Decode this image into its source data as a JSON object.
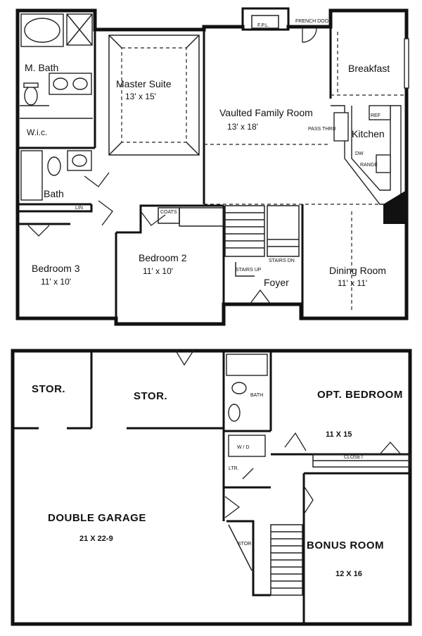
{
  "upper_floor": {
    "rooms": [
      {
        "id": "master-bath",
        "name": "M. Bath",
        "dim": ""
      },
      {
        "id": "wic",
        "name": "W.i.c.",
        "dim": ""
      },
      {
        "id": "master-suite",
        "name": "Master Suite",
        "dim": "13' x 15'"
      },
      {
        "id": "bath",
        "name": "Bath",
        "dim": ""
      },
      {
        "id": "family-room",
        "name": "Vaulted Family Room",
        "dim": "13' x 18'"
      },
      {
        "id": "breakfast",
        "name": "Breakfast",
        "dim": ""
      },
      {
        "id": "kitchen",
        "name": "Kitchen",
        "dim": ""
      },
      {
        "id": "bedroom-3",
        "name": "Bedroom 3",
        "dim": "11' x 10'"
      },
      {
        "id": "bedroom-2",
        "name": "Bedroom 2",
        "dim": "11' x 10'"
      },
      {
        "id": "foyer",
        "name": "Foyer",
        "dim": ""
      },
      {
        "id": "dining-room",
        "name": "Dining Room",
        "dim": "11' x 11'"
      }
    ],
    "small_labels": {
      "fpl": "F.P.L.",
      "french_door": "FRENCH DOOR",
      "pass_thru": "PASS THRU",
      "ref": "REF",
      "dw": "DW",
      "range": "RANGE",
      "coats": "COATS",
      "lin": "LIN",
      "stairs_up": "STAIRS UP",
      "stairs_dn": "STAIRS DN"
    }
  },
  "lower_floor": {
    "rooms": [
      {
        "id": "stor-1",
        "name": "STOR.",
        "dim": ""
      },
      {
        "id": "stor-2",
        "name": "STOR.",
        "dim": ""
      },
      {
        "id": "opt-bedroom",
        "name": "OPT. BEDROOM",
        "dim": "11 X 15"
      },
      {
        "id": "double-garage",
        "name": "DOUBLE GARAGE",
        "dim": "21 X 22-9"
      },
      {
        "id": "bonus-room",
        "name": "BONUS ROOM",
        "dim": "12 X 16"
      }
    ],
    "small_labels": {
      "bath": "BATH",
      "closet": "CLOSET",
      "ltr": "LTR.",
      "w_d": "W / D",
      "stor": "STOR"
    }
  }
}
